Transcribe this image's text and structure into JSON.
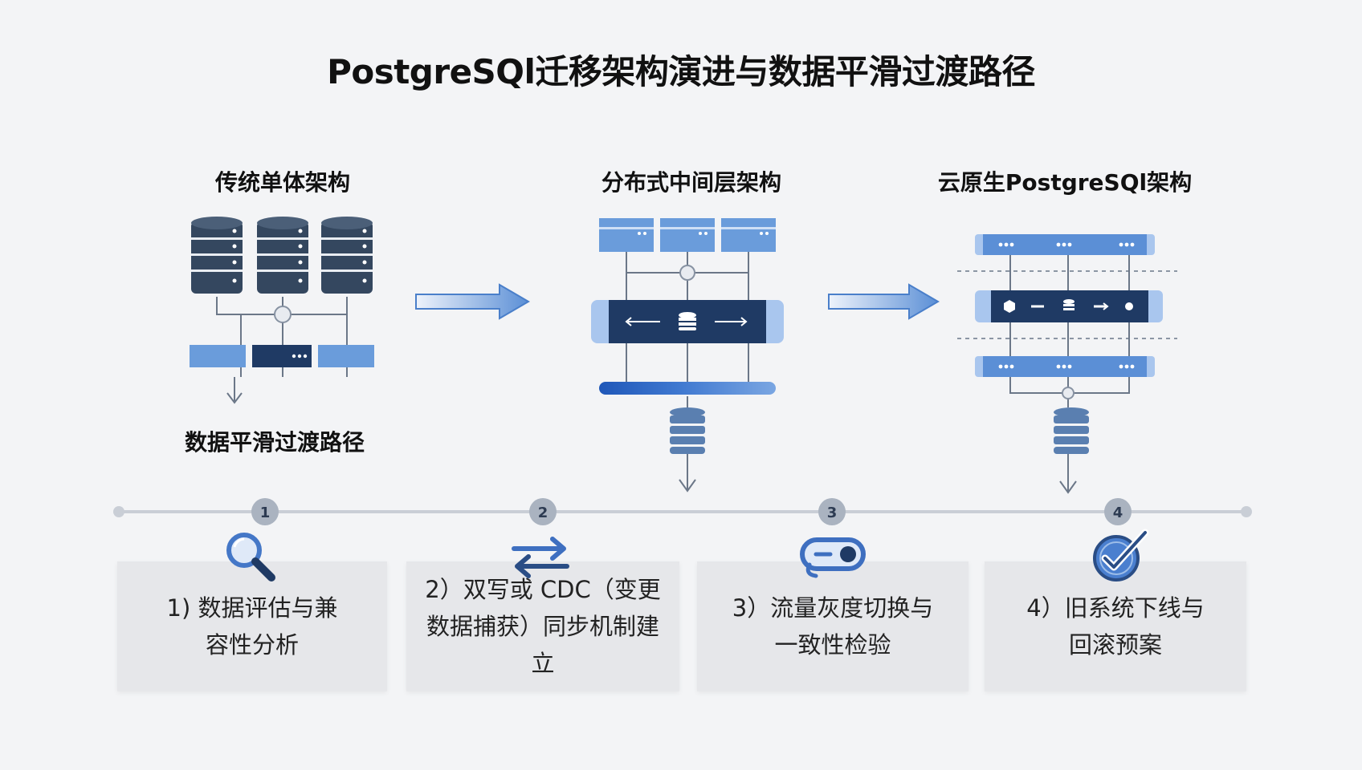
{
  "title": "PostgreSQl迁移架构演进与数据平滑过渡路径",
  "architectures": [
    {
      "label": "传统单体架构"
    },
    {
      "label": "分布式中间层架构"
    },
    {
      "label": "云原生PostgreSQl架构"
    }
  ],
  "subtitle": "数据平滑过渡路径",
  "steps": [
    {
      "marker": "1",
      "text_line1": "1) 数据评估与兼",
      "text_line2": "容性分析",
      "icon": "magnifier-icon"
    },
    {
      "marker": "2",
      "text_line1": "2）双写或 CDC（变更",
      "text_line2": "数据捕获）同步机制建立",
      "icon": "swap-arrows-icon"
    },
    {
      "marker": "3",
      "text_line1": "3）流量灰度切换与",
      "text_line2": "一致性检验",
      "icon": "toggle-switch-icon"
    },
    {
      "marker": "4",
      "text_line1": "4）旧系统下线与",
      "text_line2": "回滚预案",
      "icon": "check-badge-icon"
    }
  ],
  "colors": {
    "dark_navy": "#1f3a64",
    "mid_blue": "#5b8fd6",
    "light_blue": "#a9c6ee",
    "db_dark": "#34475f",
    "timeline": "#c9ced6",
    "card_bg": "#e6e7ea"
  }
}
